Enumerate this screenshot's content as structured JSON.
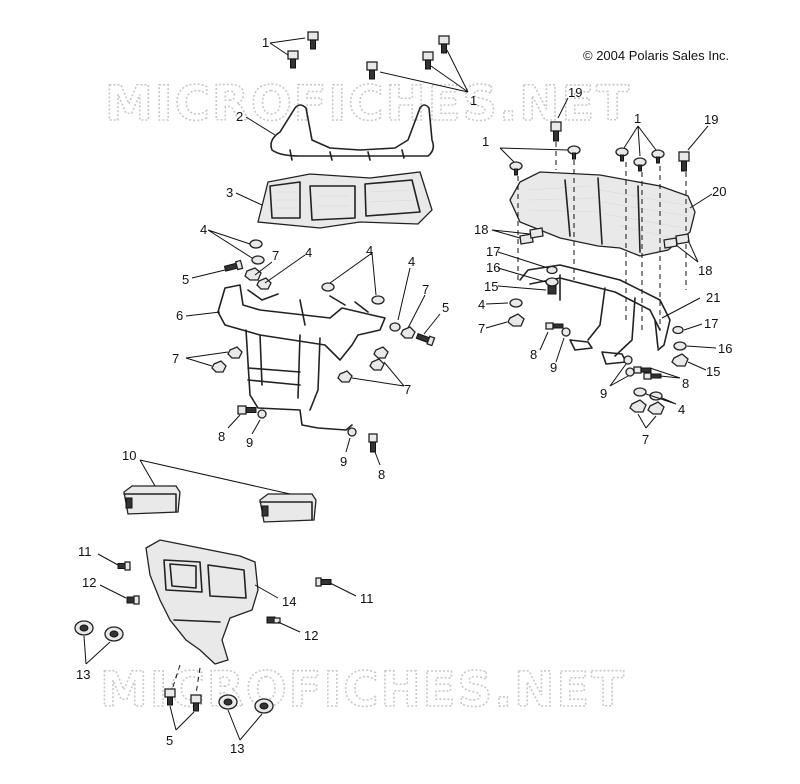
{
  "copyright": "© 2004 Polaris Sales Inc.",
  "watermark": "MICROFICHES.NET",
  "callouts": [
    {
      "id": "c1a",
      "text": "1"
    },
    {
      "id": "c1b",
      "text": "1"
    },
    {
      "id": "c2",
      "text": "2"
    },
    {
      "id": "c3",
      "text": "3"
    },
    {
      "id": "c4a",
      "text": "4"
    },
    {
      "id": "c7a",
      "text": "7"
    },
    {
      "id": "c4b",
      "text": "4"
    },
    {
      "id": "c4c",
      "text": "4"
    },
    {
      "id": "c4d",
      "text": "4"
    },
    {
      "id": "c5a",
      "text": "5"
    },
    {
      "id": "c6",
      "text": "6"
    },
    {
      "id": "c7b",
      "text": "7"
    },
    {
      "id": "c5b",
      "text": "5"
    },
    {
      "id": "c7c",
      "text": "7"
    },
    {
      "id": "c7d",
      "text": "7"
    },
    {
      "id": "c8a",
      "text": "8"
    },
    {
      "id": "c9a",
      "text": "9"
    },
    {
      "id": "c9b",
      "text": "9"
    },
    {
      "id": "c8b",
      "text": "8"
    },
    {
      "id": "c19a",
      "text": "19"
    },
    {
      "id": "c19b",
      "text": "19"
    },
    {
      "id": "c1c",
      "text": "1"
    },
    {
      "id": "c1d",
      "text": "1"
    },
    {
      "id": "c20",
      "text": "20"
    },
    {
      "id": "c18a",
      "text": "18"
    },
    {
      "id": "c18b",
      "text": "18"
    },
    {
      "id": "c17a",
      "text": "17"
    },
    {
      "id": "c16a",
      "text": "16"
    },
    {
      "id": "c15a",
      "text": "15"
    },
    {
      "id": "c4e",
      "text": "4"
    },
    {
      "id": "c7e",
      "text": "7"
    },
    {
      "id": "c21",
      "text": "21"
    },
    {
      "id": "c17b",
      "text": "17"
    },
    {
      "id": "c16b",
      "text": "16"
    },
    {
      "id": "c15b",
      "text": "15"
    },
    {
      "id": "c8c",
      "text": "8"
    },
    {
      "id": "c9c",
      "text": "9"
    },
    {
      "id": "c8d",
      "text": "8"
    },
    {
      "id": "c9d",
      "text": "9"
    },
    {
      "id": "c4f",
      "text": "4"
    },
    {
      "id": "c7f",
      "text": "7"
    },
    {
      "id": "c10",
      "text": "10"
    },
    {
      "id": "c11a",
      "text": "11"
    },
    {
      "id": "c12a",
      "text": "12"
    },
    {
      "id": "c14",
      "text": "14"
    },
    {
      "id": "c11b",
      "text": "11"
    },
    {
      "id": "c12b",
      "text": "12"
    },
    {
      "id": "c13a",
      "text": "13"
    },
    {
      "id": "c5c",
      "text": "5"
    },
    {
      "id": "c13b",
      "text": "13"
    }
  ]
}
